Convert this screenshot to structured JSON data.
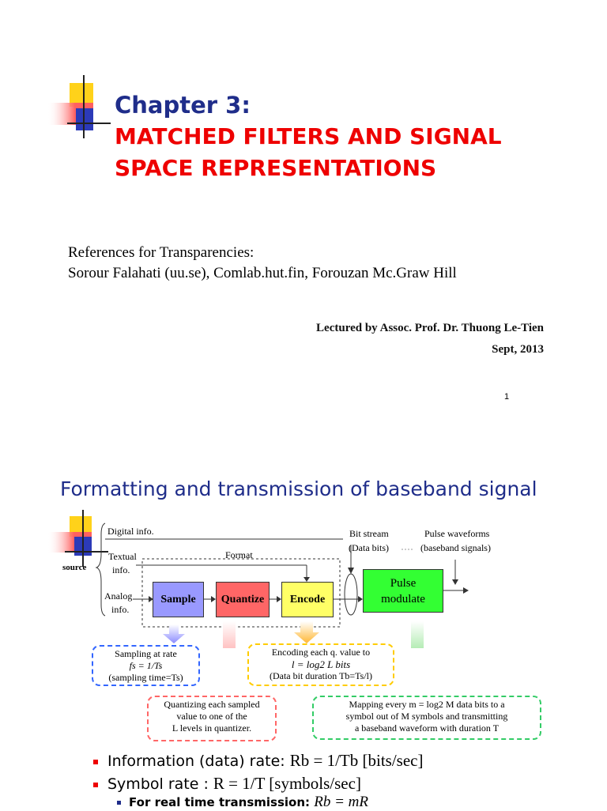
{
  "slide1": {
    "chapter": "Chapter 3:",
    "title_line1": "MATCHED FILTERS AND SIGNAL",
    "title_line2": "SPACE REPRESENTATIONS",
    "refs_line1": "References for Transparencies:",
    "refs_line2": "Sorour Falahati (uu.se), Comlab.hut.fin, Forouzan Mc.Graw Hill",
    "lecturer": "Lectured by Assoc. Prof. Dr. Thuong Le-Tien",
    "date": "Sept, 2013",
    "page_number": "1"
  },
  "slide2": {
    "title": "Formatting and transmission of baseband signal",
    "diagram": {
      "digital_info": "Digital info.",
      "textual": "Textual",
      "info": "info.",
      "analog": "Analog",
      "source": "source",
      "format": "Format",
      "bit_stream": "Bit stream",
      "data_bits": "(Data bits)",
      "pulse_waveforms": "Pulse waveforms",
      "baseband_signals": "(baseband signals)",
      "sample": "Sample",
      "quantize": "Quantize",
      "encode": "Encode",
      "pulse": "Pulse",
      "modulate": "modulate"
    },
    "notes": {
      "sampling_l1": "Sampling at rate",
      "sampling_l2": "fs = 1/Ts",
      "sampling_l3": "(sampling time=Ts)",
      "encoding_l1": "Encoding each q. value to",
      "encoding_l2": "l = log2 L bits",
      "encoding_l3": "(Data bit duration Tb=Ts/l)",
      "quant_l1": "Quantizing each sampled",
      "quant_l2": "value to one of the",
      "quant_l3": "L levels in quantizer.",
      "map_l1": "Mapping every m = log2 M data bits to a",
      "map_l2": "symbol out of M symbols and transmitting",
      "map_l3": "a baseband waveform with duration T"
    },
    "bullets": {
      "b1_text": "Information (data) rate:",
      "b1_math": "Rb = 1/Tb  [bits/sec]",
      "b2_text": "Symbol rate :",
      "b2_math": "R = 1/T  [symbols/sec]",
      "sub_text": "For real time transmission:",
      "sub_math": "Rb = mR"
    },
    "colors": {
      "sample": "#9999ff",
      "quantize": "#ff6666",
      "encode": "#ffff66",
      "pulse": "#33ff33"
    }
  }
}
